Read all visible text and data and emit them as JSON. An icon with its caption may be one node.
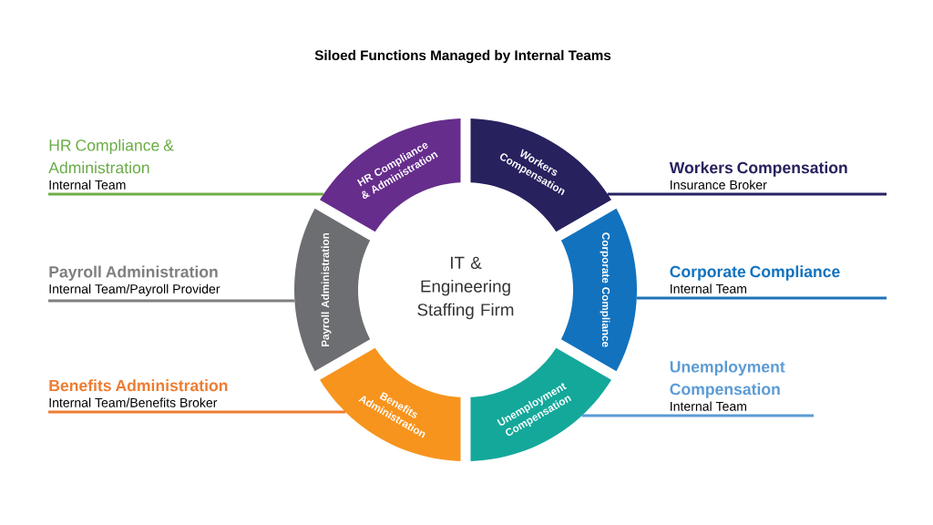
{
  "diagram": {
    "title": "Siloed Functions Managed by Internal Teams",
    "nodes": [
      {
        "text": [
          "HR Compliance & Administration"
        ]
      },
      {
        "text": [
          "Workers Compensation"
        ]
      },
      {
        "text": [
          "Corporate Compliance"
        ]
      },
      {
        "text": [
          "Unemployment Compensation"
        ]
      },
      {
        "text": [
          "Benefits Administration"
        ]
      },
      {
        "text": [
          "Payroll Administration"
        ]
      },
      {
        "text": [
          "HR Compliance & Administration",
          "Internal Team"
        ]
      },
      {
        "text": [
          "Workers Compensation",
          "Insurance Broker"
        ]
      },
      {
        "text": [
          "Payroll Administration",
          "Internal Team/Payroll Provider"
        ]
      },
      {
        "text": [
          "Corporate Compliance",
          "Internal Team"
        ]
      },
      {
        "text": [
          "Benefits Administration",
          "Internal Team/Benefits Broker"
        ]
      },
      {
        "text": [
          "Unemployment Compensation",
          "Internal Team"
        ]
      }
    ],
    "edges": [
      {
        "from": 0,
        "to": 6,
        "arrow": "none",
        "color": "#70ad47"
      },
      {
        "from": 1,
        "to": 7,
        "arrow": "none",
        "color": "#262262"
      },
      {
        "from": 5,
        "to": 8,
        "arrow": "none",
        "color": "#7f7f7f"
      },
      {
        "from": 2,
        "to": 9,
        "arrow": "none",
        "color": "#1f73b7"
      },
      {
        "from": 4,
        "to": 10,
        "arrow": "none",
        "color": "#ed7d31"
      },
      {
        "from": 3,
        "to": 11,
        "arrow": "none",
        "color": "#5b9bd5"
      }
    ],
    "labels": [
      "IT & Engineering Staffing Firm"
    ]
  }
}
